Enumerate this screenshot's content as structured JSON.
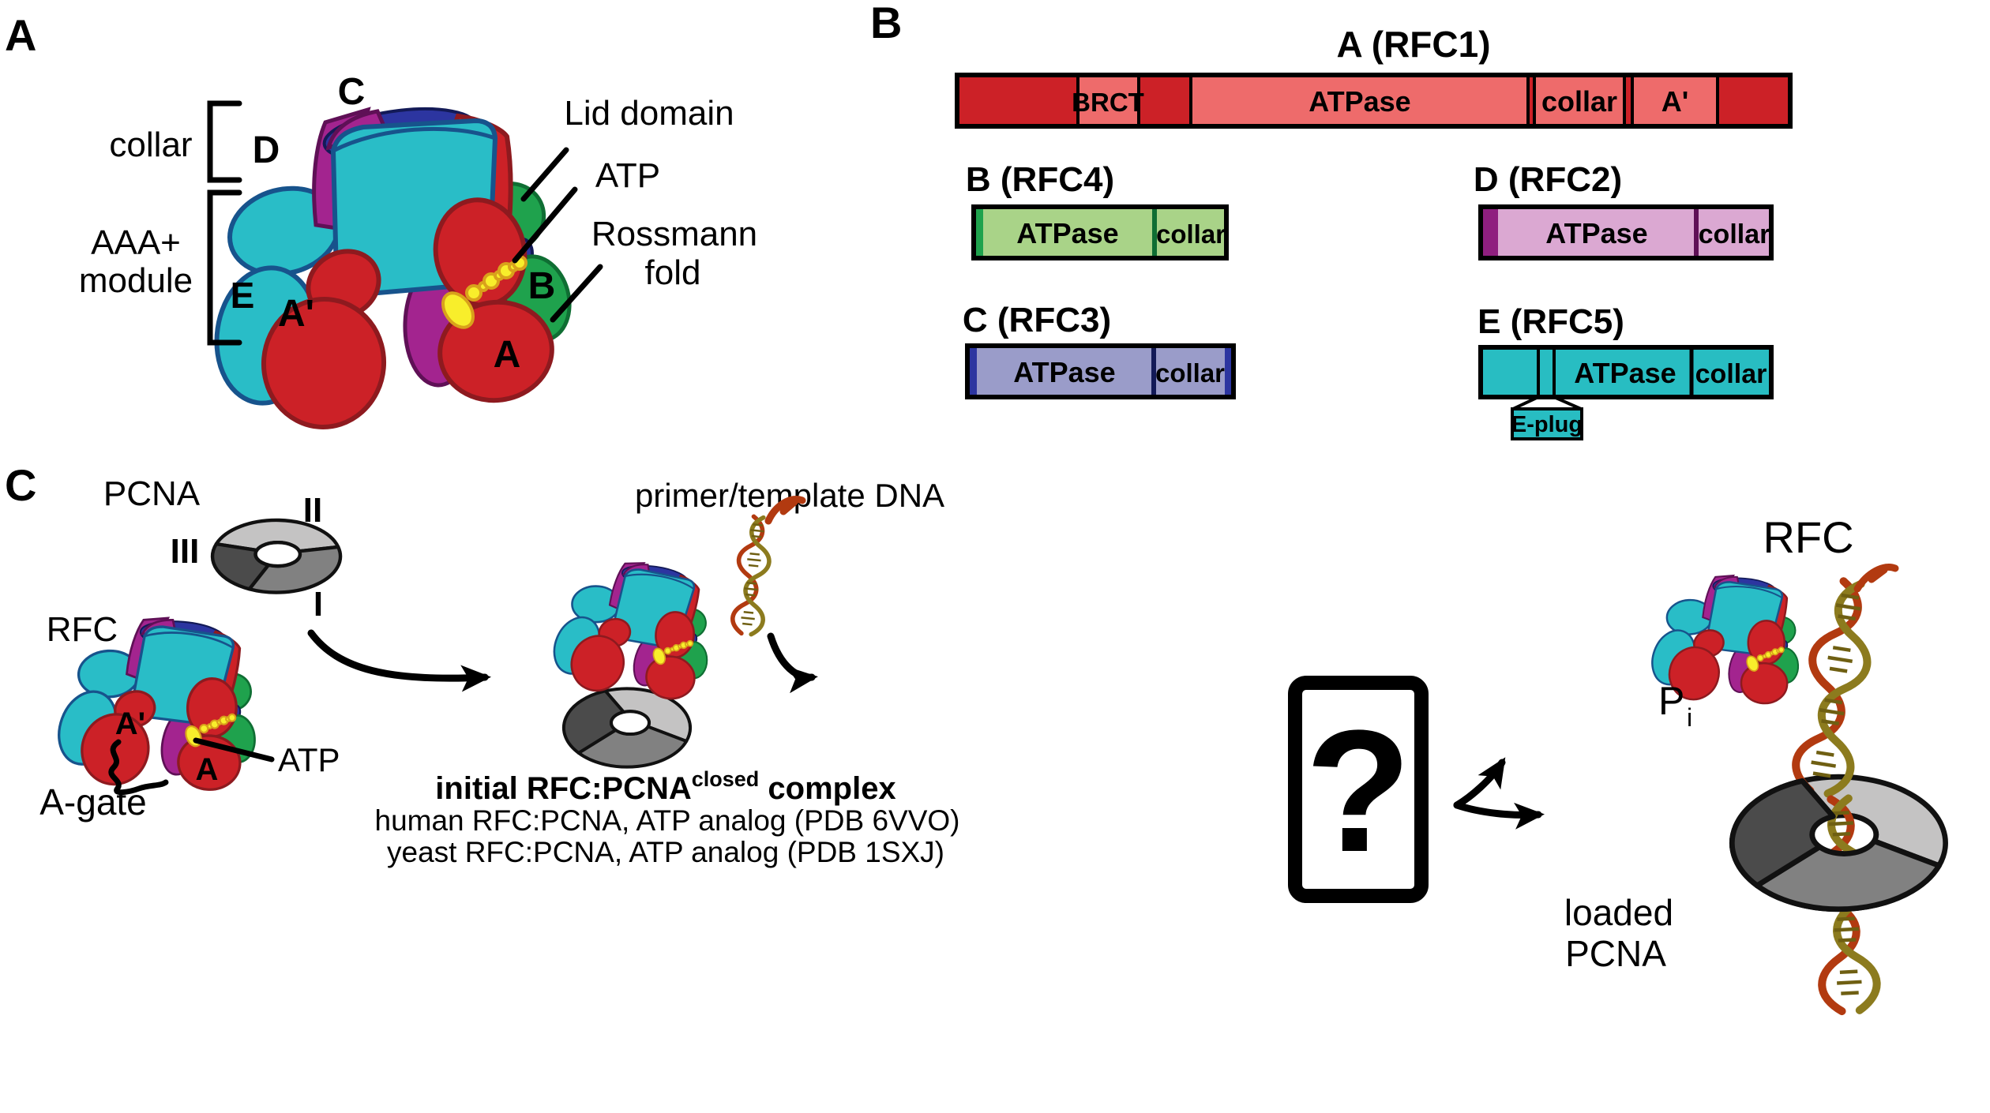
{
  "panel_labels": {
    "a": "A",
    "b": "B",
    "c": "C"
  },
  "panel_a": {
    "collar": "collar",
    "aaa_line1": "AAA+",
    "aaa_line2": "module",
    "subunit_c": "C",
    "subunit_d": "D",
    "subunit_e": "E",
    "subunit_a_prime": "A'",
    "subunit_b": "B",
    "subunit_a": "A",
    "lid": "Lid domain",
    "atp": "ATP",
    "rossmann_line1": "Rossmann",
    "rossmann_line2": "fold"
  },
  "panel_b": {
    "rfc1": {
      "title": "A (RFC1)",
      "brct": "BRCT",
      "atpase": "ATPase",
      "collar": "collar",
      "a_prime": "A'"
    },
    "rfc4": {
      "title": "B (RFC4)",
      "atpase": "ATPase",
      "collar": "collar"
    },
    "rfc2": {
      "title": "D (RFC2)",
      "atpase": "ATPase",
      "collar": "collar"
    },
    "rfc3": {
      "title": "C (RFC3)",
      "atpase": "ATPase",
      "collar": "collar"
    },
    "rfc5": {
      "title": "E (RFC5)",
      "atpase": "ATPase",
      "collar": "collar",
      "eplug": "E-plug"
    }
  },
  "panel_c": {
    "pcna": "PCNA",
    "pcna_i": "I",
    "pcna_ii": "II",
    "pcna_iii": "III",
    "rfc": "RFC",
    "a_prime": "A'",
    "a": "A",
    "atp": "ATP",
    "a_gate": "A-gate",
    "primer": "primer/template DNA",
    "complex_title_main": "initial RFC:PCNA",
    "complex_title_sup": "closed",
    "complex_title_tail": " complex",
    "complex_line2": "human RFC:PCNA, ATP analog (PDB 6VVO)",
    "complex_line3": "yeast RFC:PCNA, ATP analog (PDB 1SXJ)",
    "question": "?",
    "rfc_right": "RFC",
    "p": "P",
    "p_sub": "i",
    "loaded_line1": "loaded",
    "loaded_line2": "PCNA"
  },
  "colors": {
    "subunit_a_red": "#cc2127",
    "segment_salmon": "#ee6b6b",
    "subunit_b_green": "#1fa24d",
    "segment_light_green": "#a9d388",
    "subunit_c_blue": "#2c35a0",
    "segment_periwinkle": "#9a9cc9",
    "subunit_d_magenta": "#a3248f",
    "segment_pink": "#dba8d2",
    "subunit_e_teal": "#28bdc2",
    "atp_yellow": "#f8ee2b",
    "pcna_grey_light": "#c4c3c3",
    "pcna_grey_mid": "#818181",
    "pcna_grey_dark": "#4b4b4b",
    "dna_red": "#b23a10",
    "dna_olive": "#8c7b1e"
  }
}
